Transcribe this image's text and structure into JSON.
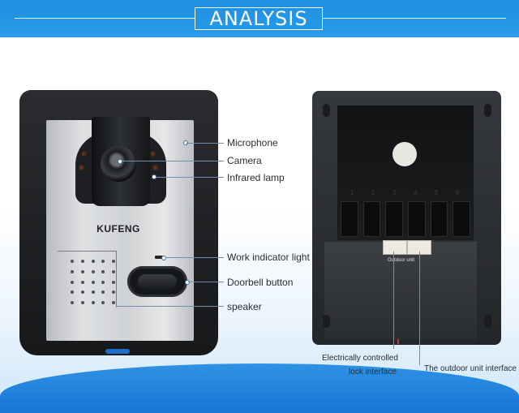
{
  "header": {
    "title": "ANALYSIS"
  },
  "front": {
    "brand": "KUFENG",
    "labels": {
      "microphone": "Microphone",
      "camera": "Camera",
      "infrared": "Infrared lamp",
      "indicator": "Work indicator light",
      "doorbell": "Doorbell button",
      "speaker": "speaker"
    }
  },
  "back": {
    "terminal_numbers": [
      "1",
      "2",
      "3",
      "4",
      "5",
      "6"
    ],
    "outdoor_tag": "Outdoor unit",
    "labels": {
      "lock_line1": "Electrically controlled",
      "lock_line2": "lock interface",
      "outdoor": "The outdoor unit interface"
    }
  },
  "colors": {
    "header_blue": "#1e8fe3",
    "floor_blue": "#1876d6",
    "device_black": "#1d1f22"
  }
}
